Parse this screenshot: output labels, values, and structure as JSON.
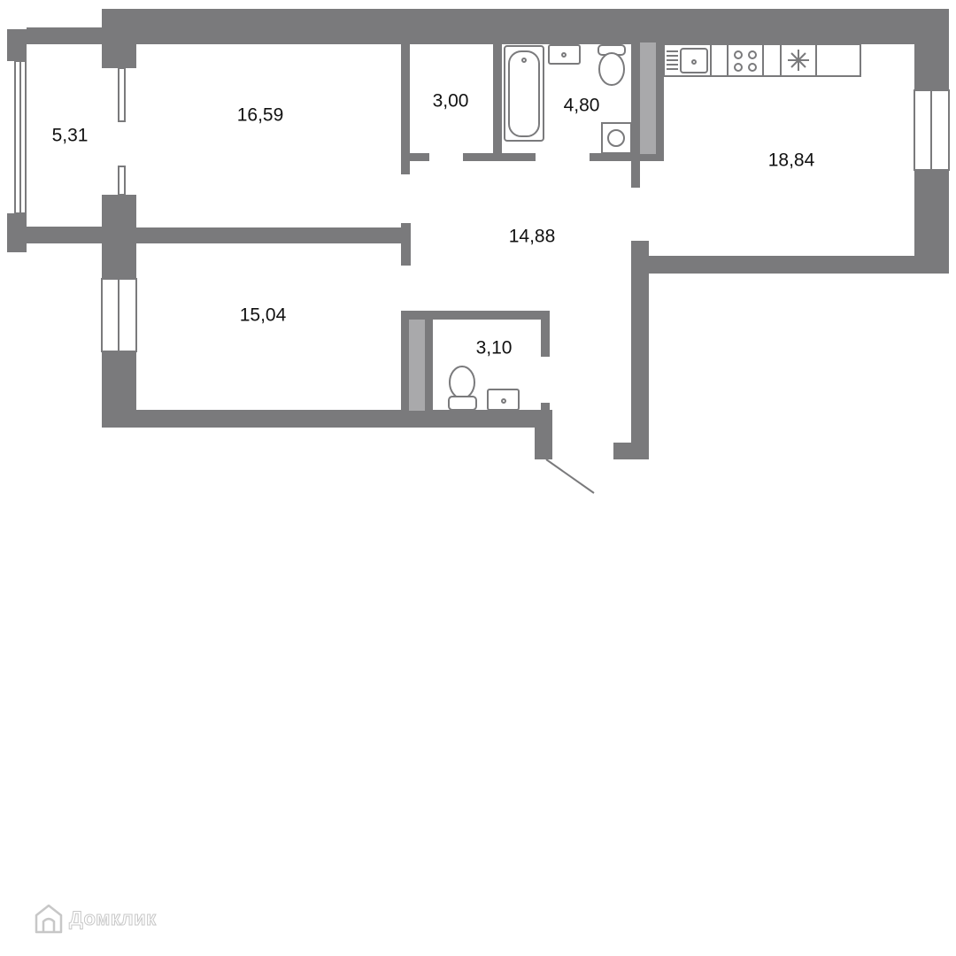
{
  "plan": {
    "rooms": [
      {
        "id": "balcony",
        "area": "5,31"
      },
      {
        "id": "bedroom-1",
        "area": "16,59"
      },
      {
        "id": "storage",
        "area": "3,00"
      },
      {
        "id": "bathroom",
        "area": "4,80"
      },
      {
        "id": "kitchen",
        "area": "18,84"
      },
      {
        "id": "hallway",
        "area": "14,88"
      },
      {
        "id": "bedroom-2",
        "area": "15,04"
      },
      {
        "id": "toilet",
        "area": "3,10"
      }
    ]
  },
  "watermark": {
    "text": "Домклик",
    "icon": "house-logo-icon"
  }
}
